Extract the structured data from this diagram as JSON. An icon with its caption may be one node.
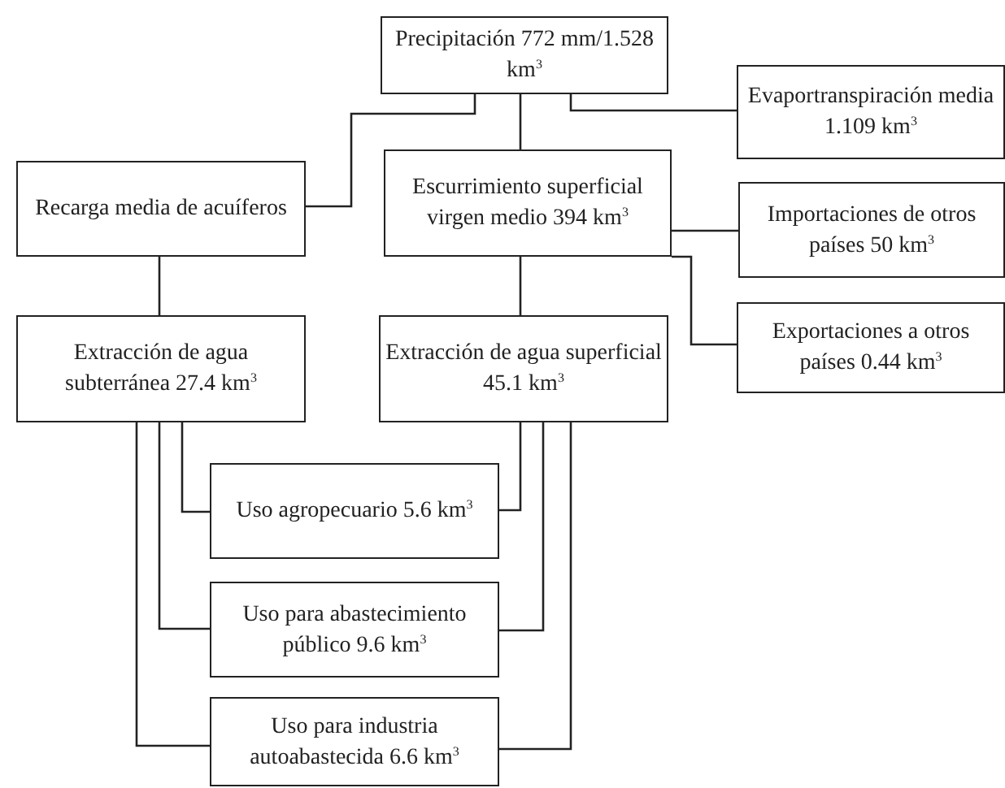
{
  "diagram": {
    "nodes": [
      {
        "text": [
          "Precipitación 772 mm/1.528 km$^{3}$"
        ]
      },
      {
        "text": [
          "Evaportranspiración media 1.109 km$^{3}$"
        ]
      },
      {
        "text": [
          "Recarga media de acuíferos"
        ]
      },
      {
        "text": [
          "Escurrimiento superficial virgen medio 394 km$^{3}$"
        ]
      },
      {
        "text": [
          "Importaciones de otros países 50 km$^{3}$"
        ]
      },
      {
        "text": [
          "Exportaciones a otros países 0.44 km$^{3}$"
        ]
      },
      {
        "text": [
          "Extracción de agua subterránea 27.4 km$^{3}$"
        ]
      },
      {
        "text": [
          "Extracción de agua superficial 45.1 km$^{3}$"
        ]
      },
      {
        "text": [
          "Uso agropecuario 5.6 km$^{3}$"
        ]
      },
      {
        "text": [
          "Uso para abastecimiento público 9.6 km$^{3}$"
        ]
      },
      {
        "text": [
          "Uso para industria autoabastecida 6.6 km$^{3}$"
        ]
      }
    ],
    "edges": [
      {
        "from": 0,
        "to": 1,
        "arrow": "none"
      },
      {
        "from": 0,
        "to": 2,
        "arrow": "none"
      },
      {
        "from": 0,
        "to": 3,
        "arrow": "none"
      },
      {
        "from": 3,
        "to": 4,
        "arrow": "none"
      },
      {
        "from": 3,
        "to": 5,
        "arrow": "none"
      },
      {
        "from": 2,
        "to": 6,
        "arrow": "none"
      },
      {
        "from": 3,
        "to": 7,
        "arrow": "none"
      },
      {
        "from": 6,
        "to": 8,
        "arrow": "none"
      },
      {
        "from": 6,
        "to": 9,
        "arrow": "none"
      },
      {
        "from": 6,
        "to": 10,
        "arrow": "none"
      },
      {
        "from": 7,
        "to": 8,
        "arrow": "none"
      },
      {
        "from": 7,
        "to": 9,
        "arrow": "none"
      },
      {
        "from": 7,
        "to": 10,
        "arrow": "none"
      }
    ]
  }
}
